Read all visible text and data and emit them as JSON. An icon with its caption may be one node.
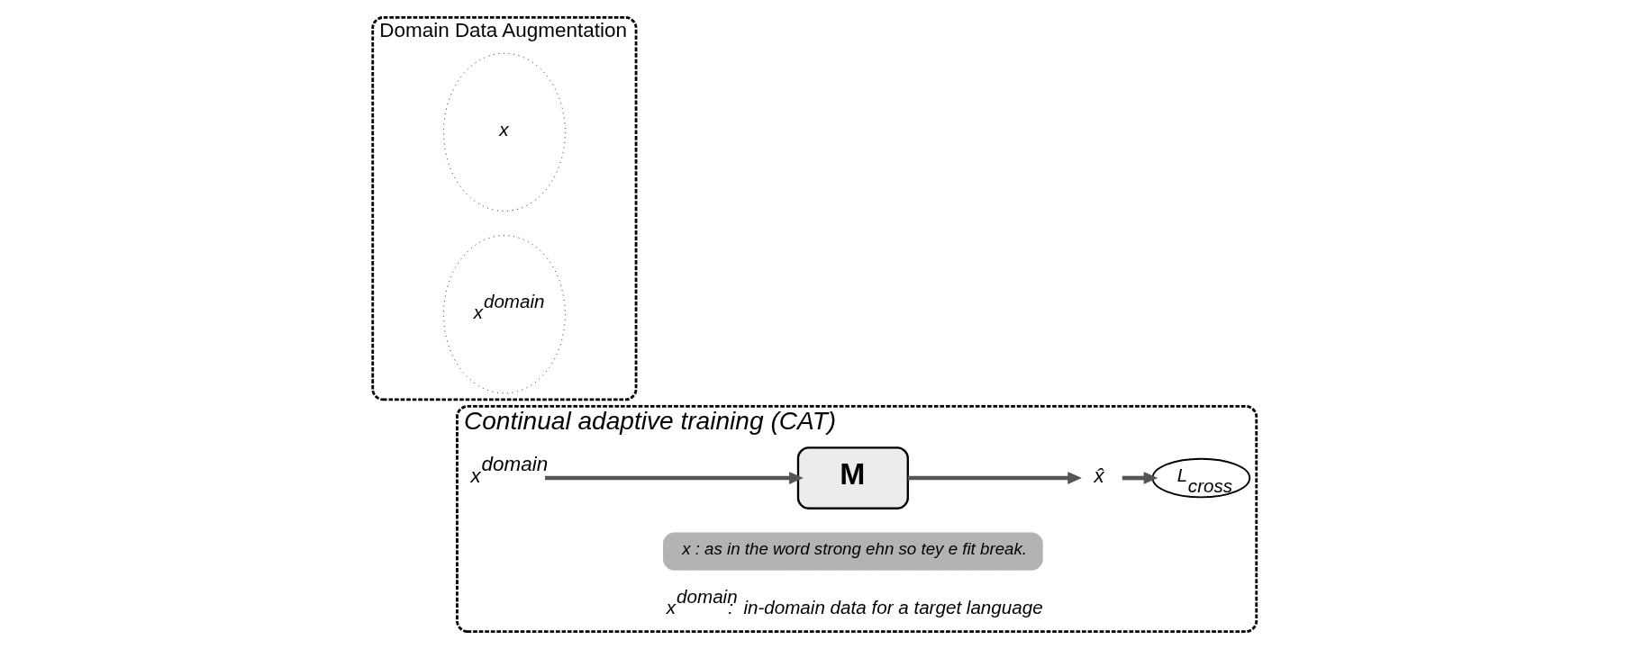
{
  "diagram": {
    "nodes": [
      {
        "text": [
          "Continual adaptive training (CAT)"
        ]
      },
      {
        "text": [
          "x$^{domain}$"
        ],
        "in": 0
      },
      {
        "text": [
          "M"
        ],
        "in": 0
      },
      {
        "text": [
          "x̂"
        ],
        "in": 0
      },
      {
        "text": [
          "L$_{cross}$"
        ],
        "in": 0
      },
      {
        "text": [
          "x : as in the word strong ehn so tey e fit break."
        ],
        "in": 0
      },
      {
        "text": [
          "Domain Data Augmentation"
        ]
      },
      {
        "text": [
          "x"
        ],
        "in": 6
      },
      {
        "text": [
          "x$^{domain}$"
        ],
        "in": 6
      }
    ],
    "edges": [
      {
        "from": 1,
        "to": 2,
        "arrow": "to"
      },
      {
        "from": 2,
        "to": 3,
        "arrow": "to"
      },
      {
        "from": 3,
        "to": 4,
        "arrow": "to"
      }
    ],
    "labels": [
      "x$^{domain}$:  in-domain data for a target language"
    ]
  }
}
